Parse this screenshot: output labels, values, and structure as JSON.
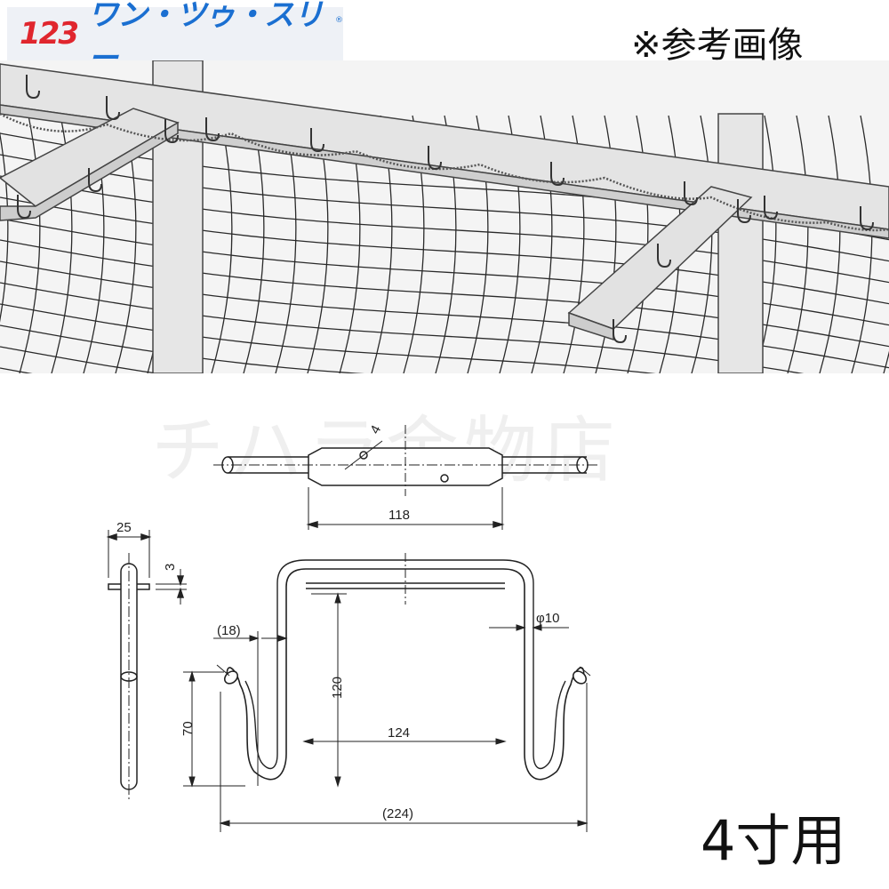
{
  "brand": {
    "mark": "123",
    "name": "ワン・ツゥ・スリー",
    "registered": "®"
  },
  "note": "※参考画像",
  "watermark": "チハラ金物店",
  "size_label": "4寸用",
  "dimensions": {
    "hole": "4",
    "length_top": "118",
    "side_width": "25",
    "thickness": "3",
    "offset": "(18)",
    "diameter": "φ10",
    "height": "120",
    "hook_height": "70",
    "inner_width": "124",
    "total_width": "(224)"
  },
  "colors": {
    "brand_red": "#e0262e",
    "brand_blue": "#1a6fd1"
  }
}
